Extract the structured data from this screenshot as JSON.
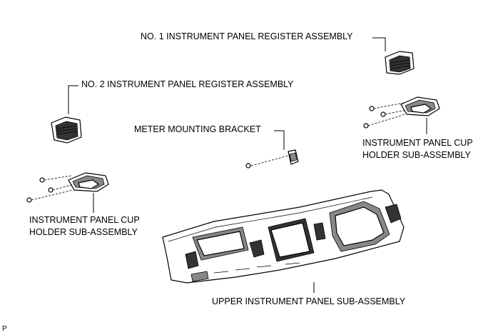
{
  "labels": {
    "register_no1": "NO. 1 INSTRUMENT PANEL REGISTER ASSEMBLY",
    "register_no2": "NO. 2 INSTRUMENT PANEL REGISTER ASSEMBLY",
    "meter_bracket": "METER MOUNTING BRACKET",
    "cup_holder_right_line1": "INSTRUMENT PANEL CUP",
    "cup_holder_right_line2": "HOLDER SUB-ASSEMBLY",
    "cup_holder_left_line1": "INSTRUMENT PANEL CUP",
    "cup_holder_left_line2": "HOLDER SUB-ASSEMBLY",
    "upper_panel": "UPPER INSTRUMENT PANEL SUB-ASSEMBLY"
  },
  "figure_code": "P"
}
